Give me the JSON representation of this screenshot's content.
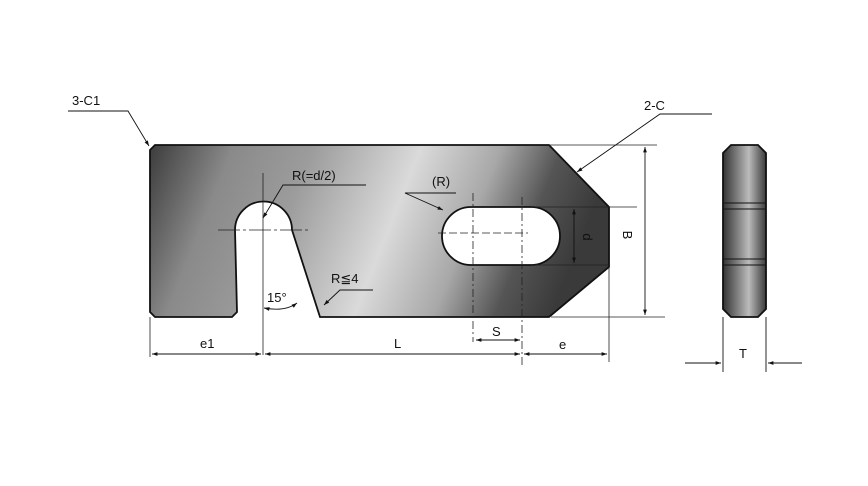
{
  "labels": {
    "corner_chamfer": "3-C1",
    "end_chamfer": "2-C",
    "notch_radius": "R(=d/2)",
    "slot_radius": "(R)",
    "fillet_radius": "R≦4",
    "angle": "15°",
    "dim_e1": "e1",
    "dim_L": "L",
    "dim_S": "S",
    "dim_e": "e",
    "dim_d": "d",
    "dim_B": "B",
    "dim_T": "T"
  },
  "colors": {
    "metal_dark": "#3a3a3a",
    "metal_light": "#d8d8d8",
    "line": "#111111"
  }
}
